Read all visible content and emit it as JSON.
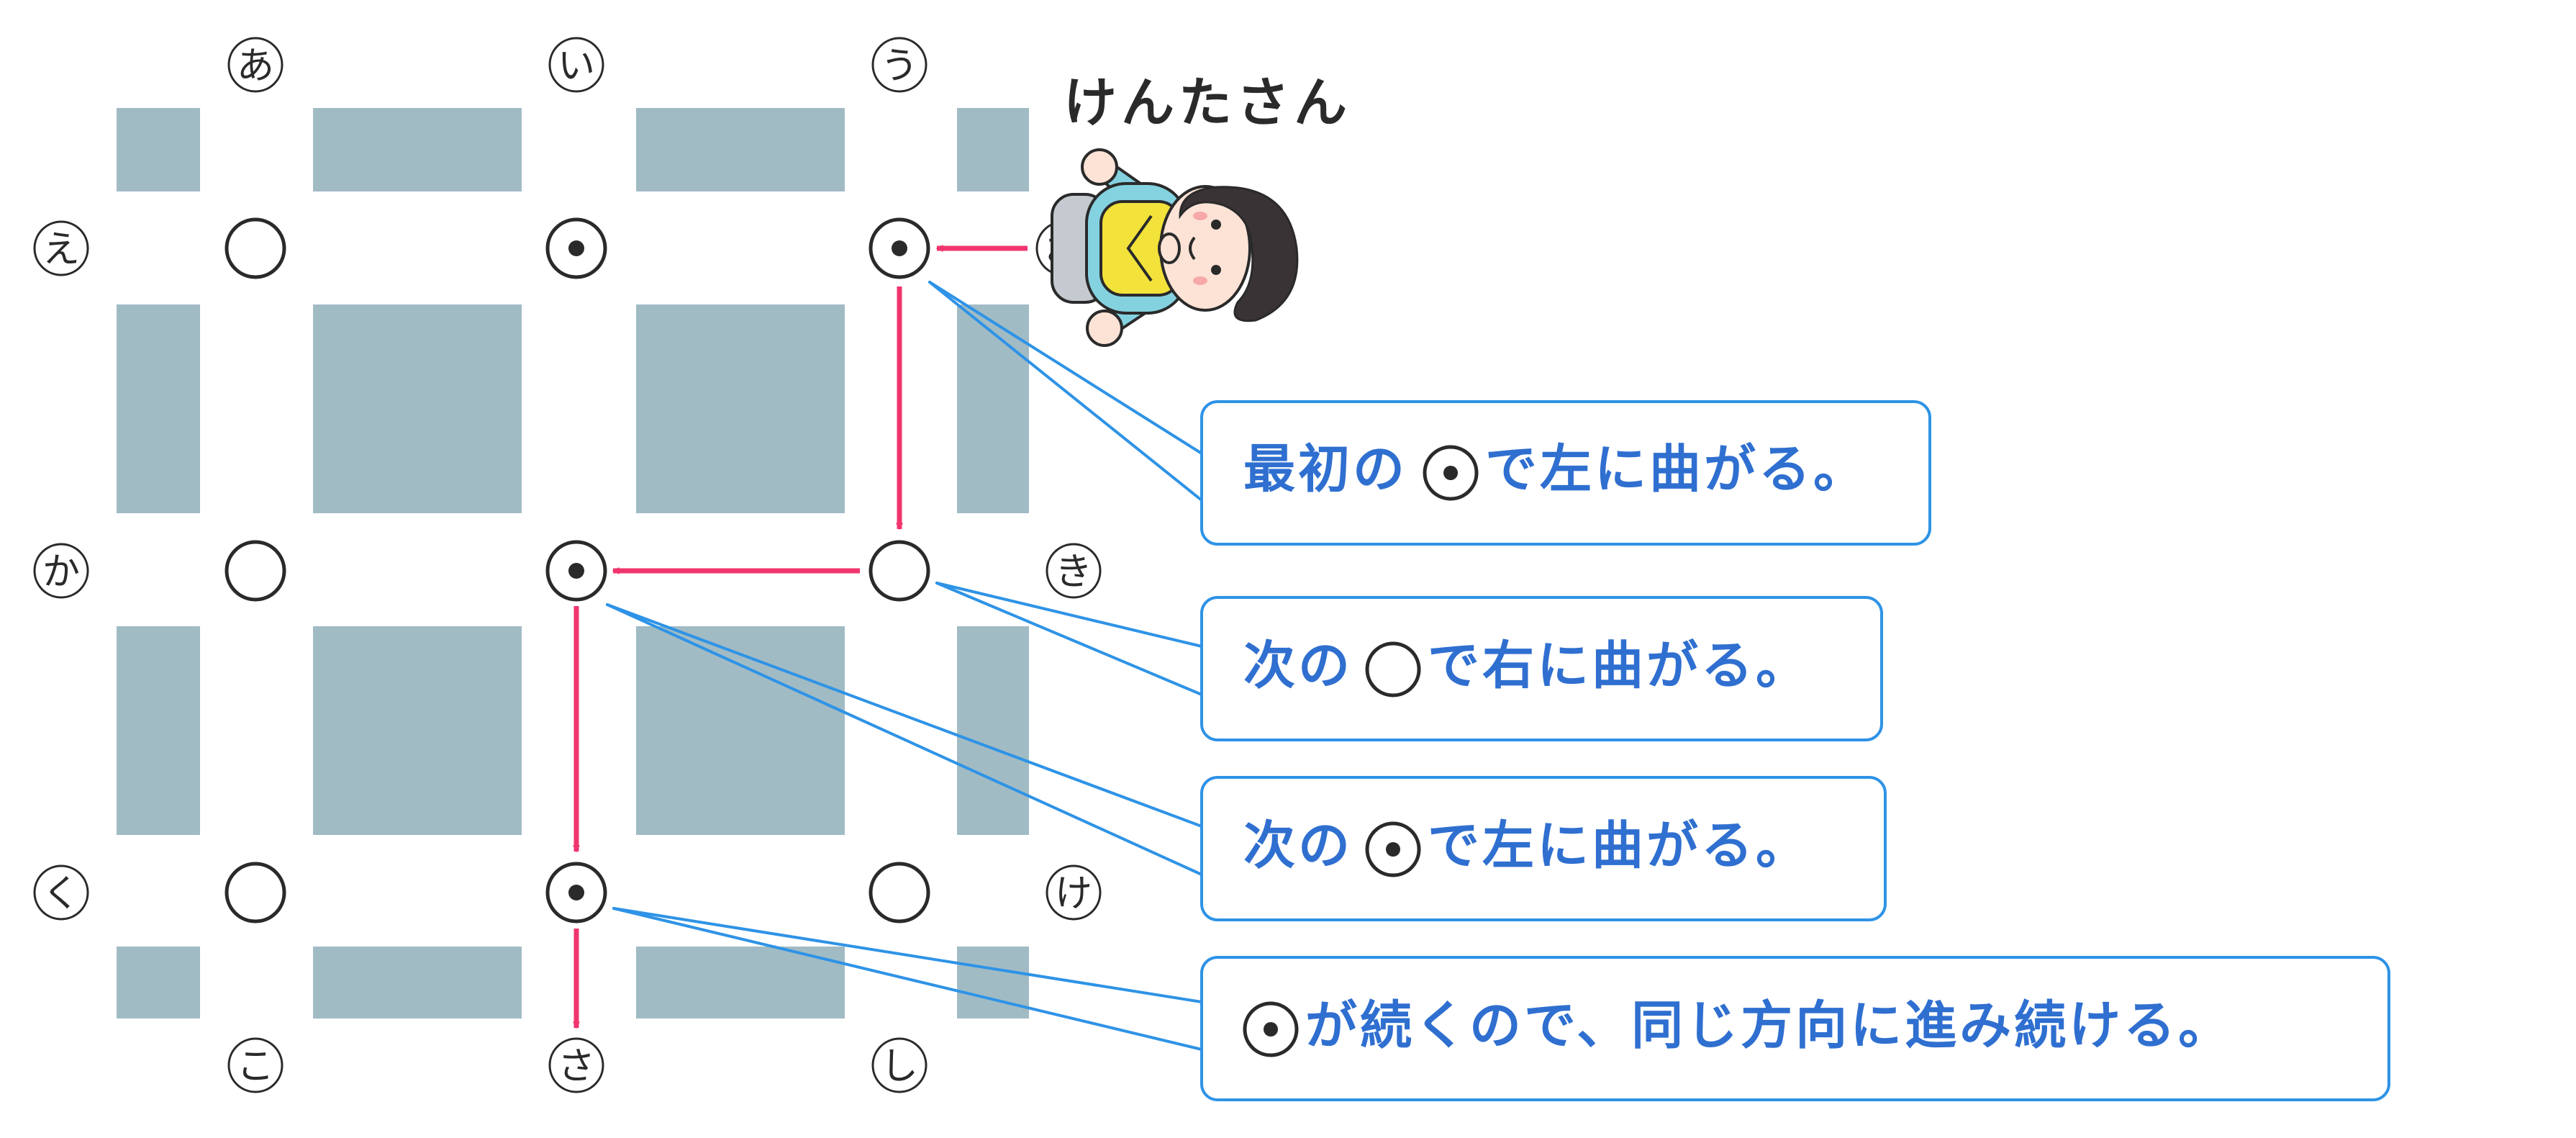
{
  "character": {
    "name": "けんたさん"
  },
  "column_labels": {
    "top": [
      "あ",
      "い",
      "う"
    ],
    "bottom": [
      "こ",
      "さ",
      "し"
    ]
  },
  "row_labels": {
    "left": [
      "え",
      "か",
      "く"
    ],
    "right": [
      "お",
      "き",
      "け"
    ]
  },
  "symbols": {
    "r0": [
      "circle",
      "dot-circle",
      "dot-circle"
    ],
    "r1": [
      "circle",
      "dot-circle",
      "circle"
    ],
    "r2": [
      "circle",
      "dot-circle",
      "circle"
    ]
  },
  "callouts": [
    {
      "pre": "最初の",
      "sym": "dot-circle",
      "post": "で左に曲がる。"
    },
    {
      "pre": "次の",
      "sym": "circle",
      "post": "で右に曲がる。"
    },
    {
      "pre": "次の",
      "sym": "dot-circle",
      "post": "で左に曲がる。"
    },
    {
      "pre": "",
      "sym": "dot-circle",
      "post": "が続くので、同じ方向に進み続ける。"
    }
  ],
  "colors": {
    "block": "#a1bbc5",
    "arrow": "#f0356e",
    "callout": "#2e93e6",
    "callout_text": "#2f6fd0",
    "symbol": "#2a2a2a",
    "hair": "#3a3335",
    "skin": "#fde3d6",
    "shirt_yellow": "#f2e23a",
    "sleeve_cyan": "#84d2e0"
  }
}
